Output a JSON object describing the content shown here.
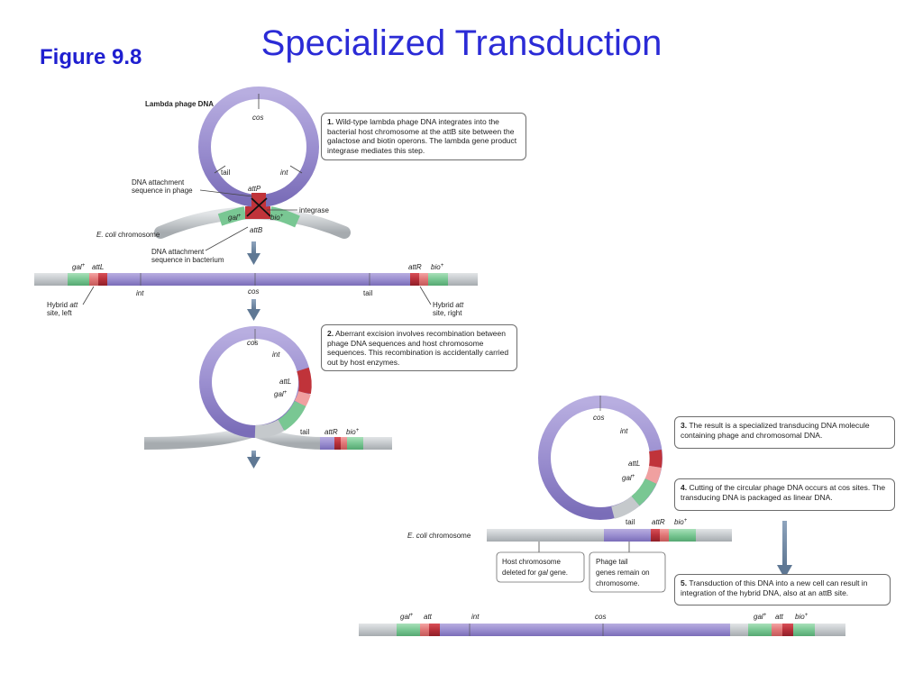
{
  "title": "Specialized Transduction",
  "figure_label": "Figure 9.8",
  "colors": {
    "phage": "#9b8fd0",
    "host": "#c8cccf",
    "gal": "#79c793",
    "att": "#e56a6a",
    "att_core": "#c0333a",
    "title": "#2b2bd6"
  },
  "steps": {
    "s1": {
      "num": "1.",
      "text": "Wild-type lambda phage DNA integrates into the bacterial host chromosome at the attB site between the galactose and biotin operons. The lambda gene product integrase mediates this step."
    },
    "s2": {
      "num": "2.",
      "text": "Aberrant excision involves recombination between phage DNA sequences and host chromosome sequences. This recombination is accidentally carried out by host enzymes."
    },
    "s3": {
      "num": "3.",
      "text": "The result is a specialized transducing DNA molecule containing phage and chromosomal DNA."
    },
    "s4": {
      "num": "4.",
      "text": "Cutting of the circular phage DNA occurs at cos sites. The transducing DNA is packaged as linear DNA."
    },
    "s5": {
      "num": "5.",
      "text": "Transduction of this DNA into a new cell can result in integration of the hybrid DNA, also at an attB site."
    }
  },
  "labels": {
    "lambda_dna": "Lambda phage DNA",
    "cos": "cos",
    "int": "int",
    "tail": "tail",
    "attP": "attP",
    "attB": "attB",
    "attL": "attL",
    "attR": "attR",
    "att": "att",
    "gal": "gal",
    "bio": "bio",
    "plus": "+",
    "integrase": "integrase",
    "dna_att_phage_1": "DNA attachment",
    "dna_att_phage_2": "sequence in phage",
    "dna_att_bact_1": "DNA attachment",
    "dna_att_bact_2": "sequence in bacterium",
    "ecoli_italic": "E. coli",
    "chromosome": "chromosome",
    "hybrid": "Hybrid",
    "site_left": "site, left",
    "site_right": "site, right",
    "host_del_1": "Host chromosome",
    "host_del_2": "deleted for",
    "host_del_3": "gene.",
    "tail_genes_1": "Phage tail",
    "tail_genes_2": "genes remain on",
    "tail_genes_3": "chromosome."
  }
}
